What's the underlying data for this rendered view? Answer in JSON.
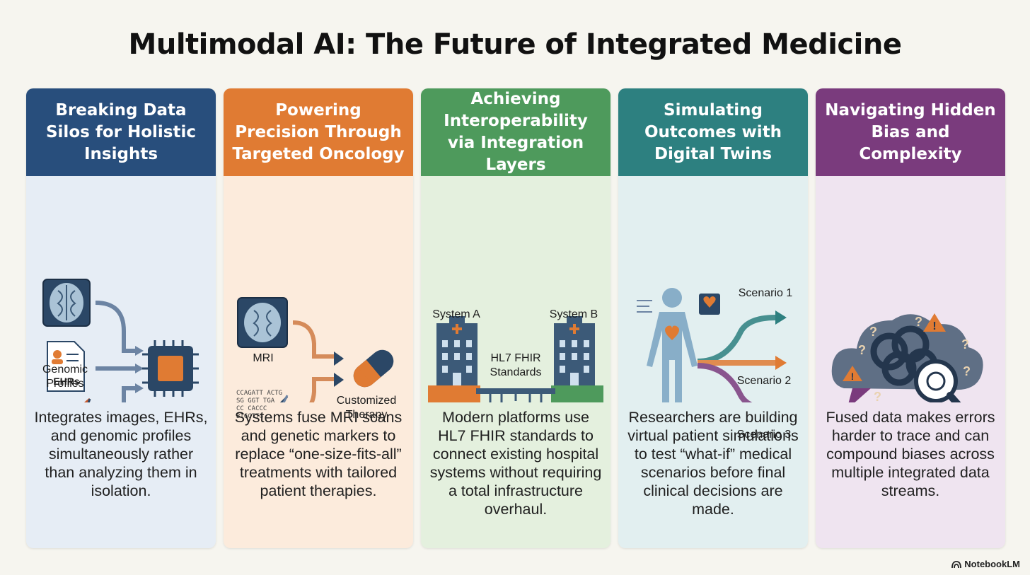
{
  "title": "Multimodal AI: The Future of Integrated Medicine",
  "panels": [
    {
      "heading": "Breaking Data Silos for Holistic Insights",
      "labels": {
        "ehrs": "EHRs",
        "genomic": "Genomic Profiles"
      },
      "description": "Integrates images, EHRs, and genomic profiles simultaneously rather than analyzing them in isolation.",
      "color": "#284e7c",
      "bg": "#e6edf5"
    },
    {
      "heading": "Powering Precision Through Targeted Oncology",
      "labels": {
        "mri": "MRI",
        "therapy": "Customized Therapy",
        "sequence": "CCAGATT ACTG  SG GGT  TGA CC  CACCC BTGCTTG"
      },
      "description": "Systems fuse MRI scans and genetic markers to replace “one-size-fits-all” treatments with tailored patient therapies.",
      "color": "#e07b33",
      "bg": "#fcebdc"
    },
    {
      "heading": "Achieving Interoperability via Integration Layers",
      "labels": {
        "system_a": "System A",
        "system_b": "System B",
        "standards": "HL7 FHIR Standards"
      },
      "description": "Modern platforms use HL7 FHIR standards to connect existing hospital systems without requiring a total infrastructure overhaul.",
      "color": "#4e9a5c",
      "bg": "#e4f0de"
    },
    {
      "heading": "Simulating Outcomes with Digital Twins",
      "labels": {
        "scenario1": "Scenario 1",
        "scenario2": "Scenario 2",
        "scenario3": "Scenario 3"
      },
      "description": "Researchers are building virtual patient simulations to test “what-if” medical scenarios before final clinical decisions are made.",
      "color": "#2d8080",
      "bg": "#e2eff0"
    },
    {
      "heading": "Navigating Hidden Bias and Complexity",
      "labels": {},
      "description": "Fused data makes errors harder to trace and can compound biases across multiple integrated data streams.",
      "color": "#7a3b7d",
      "bg": "#efe4f0"
    }
  ],
  "footer": {
    "brand": "NotebookLM"
  }
}
